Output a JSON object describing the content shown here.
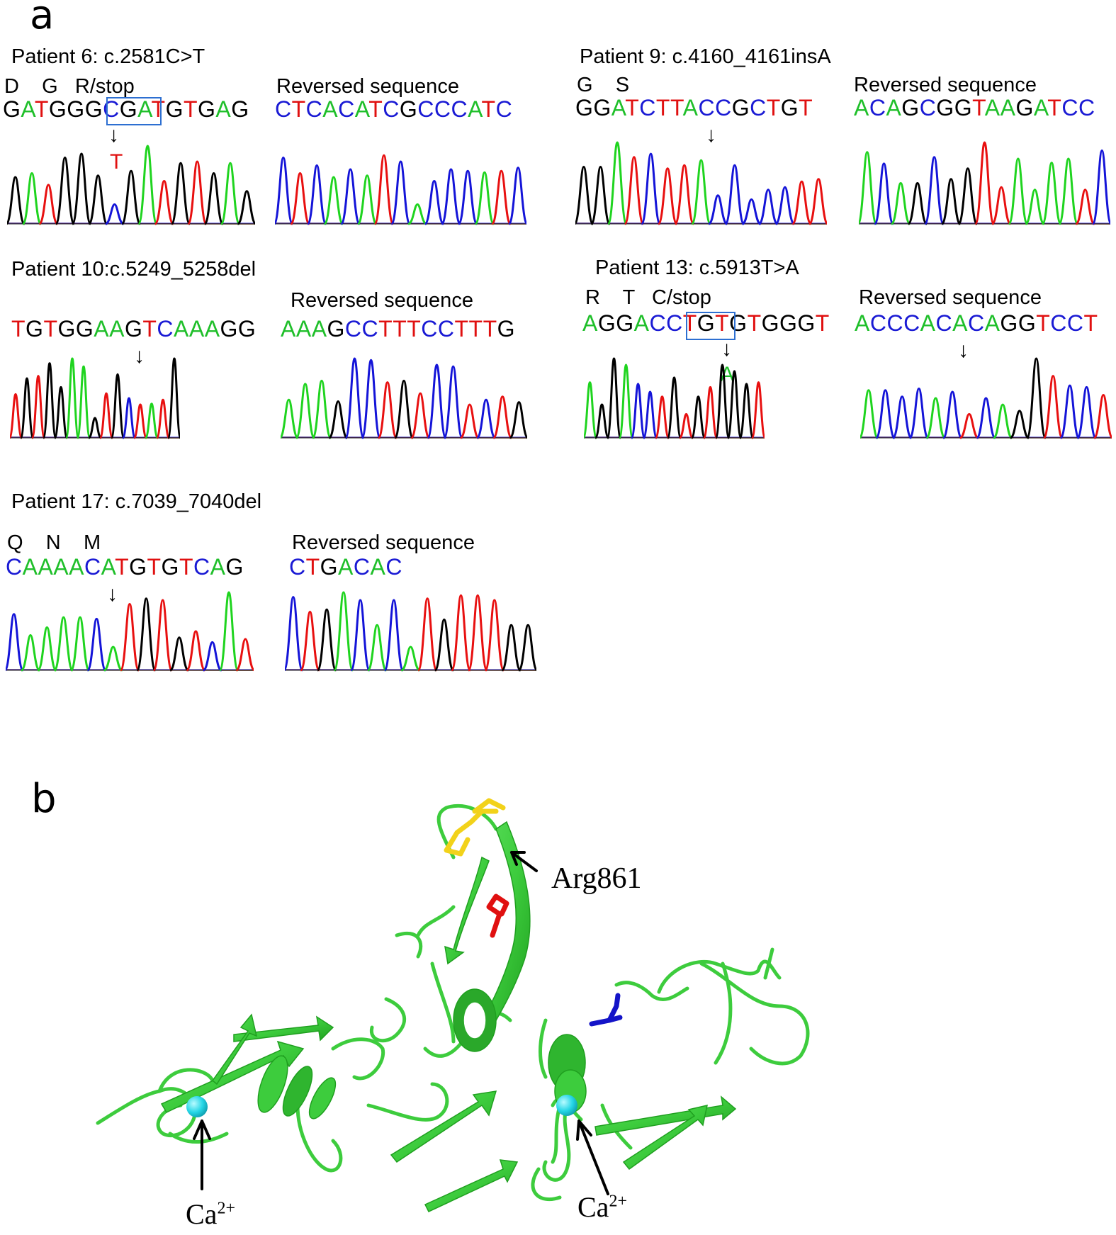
{
  "figure": {
    "panel_a": {
      "label": "a",
      "colors": {
        "A": "#1fbf2a",
        "C": "#1a1ad4",
        "G": "#000000",
        "T": "#e01010",
        "C_alt": "#1b6fc9",
        "box": "#2d6fd1"
      },
      "rev_label": "Reversed sequence",
      "patients": [
        {
          "title": "Patient 6: c.2581C>T",
          "amino_acids": "D    G   R/stop",
          "sequence": "GATGGGCGATGTGAG",
          "reversed_sequence": "CTCACATCGCCCATC",
          "mutant_base": "T",
          "arrow": "↓"
        },
        {
          "title": "Patient 9: c.4160_4161insA",
          "amino_acids": "G    S",
          "sequence": "GGATCTTACCGCTGT",
          "reversed_sequence": "ACAGCGGTAAGATCC",
          "arrow": "↓"
        },
        {
          "title": "Patient 10:c.5249_5258del",
          "sequence": "TGTGGAAGTCAAAGG",
          "reversed_sequence": "AAAGCCTTTCCTTTG",
          "arrow": "↓"
        },
        {
          "title": "Patient 13: c.5913T>A",
          "amino_acids": "R    T   C/stop",
          "sequence": "AGGACCTGTGTGGGT",
          "reversed_sequence": "ACCCACACAGGTCCT",
          "mutant_base": "A",
          "arrow": "↓"
        },
        {
          "title": "Patient 17: c.7039_7040del",
          "amino_acids": "Q    N    M",
          "sequence": "CAAAACATGTGTCAG",
          "reversed_sequence": "CTGACAC",
          "arrow": "↓"
        }
      ]
    },
    "panel_b": {
      "label": "b",
      "annotations": {
        "residue": "Arg861",
        "ion_left": "Ca",
        "ion_right": "Ca",
        "charge": "2+"
      },
      "colors": {
        "ribbon": "#3dcc3d",
        "ribbon_dark": "#22a822",
        "arg": "#f2d21a",
        "red_residue": "#e01010",
        "blue_residue": "#1414c8",
        "calcium": "#25d6e6"
      }
    }
  }
}
